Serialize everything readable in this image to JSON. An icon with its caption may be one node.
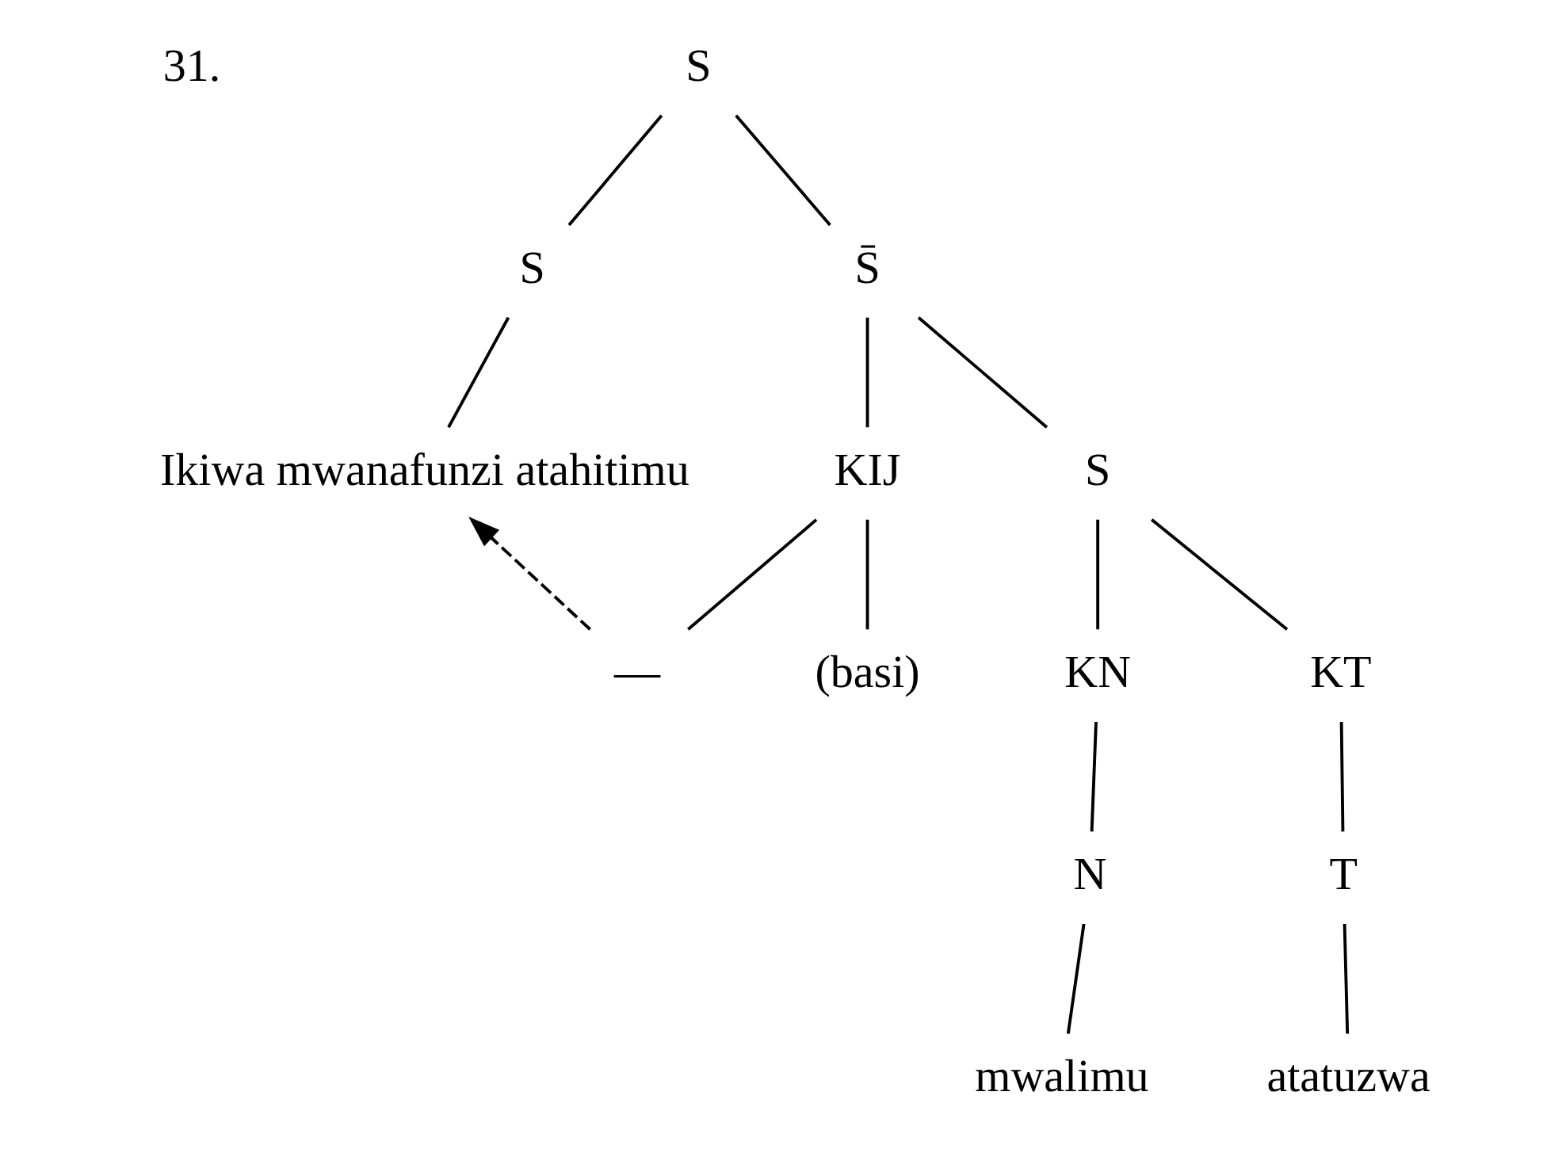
{
  "diagram": {
    "nodes": [
      {
        "text": [
          "S"
        ]
      },
      {
        "text": [
          "S"
        ]
      },
      {
        "text": [
          "S̄"
        ]
      },
      {
        "text": [
          "Ikiwa mwanafunzi atahitimu"
        ]
      },
      {
        "text": [
          "KIJ"
        ]
      },
      {
        "text": [
          "S"
        ]
      },
      {
        "text": [
          "—"
        ]
      },
      {
        "text": [
          "(basi)"
        ]
      },
      {
        "text": [
          "KN"
        ]
      },
      {
        "text": [
          "KT"
        ]
      },
      {
        "text": [
          "N"
        ]
      },
      {
        "text": [
          "T"
        ]
      },
      {
        "text": [
          "mwalimu"
        ]
      },
      {
        "text": [
          "atatuzwa"
        ]
      }
    ],
    "edges": [
      {
        "from": 0,
        "to": 1,
        "arrow": "none"
      },
      {
        "from": 0,
        "to": 2,
        "arrow": "none"
      },
      {
        "from": 1,
        "to": 3,
        "arrow": "none"
      },
      {
        "from": 2,
        "to": 4,
        "arrow": "none"
      },
      {
        "from": 2,
        "to": 5,
        "arrow": "none"
      },
      {
        "from": 4,
        "to": 6,
        "arrow": "none"
      },
      {
        "from": 4,
        "to": 7,
        "arrow": "none"
      },
      {
        "from": 5,
        "to": 8,
        "arrow": "none"
      },
      {
        "from": 5,
        "to": 9,
        "arrow": "none"
      },
      {
        "from": 8,
        "to": 10,
        "arrow": "none"
      },
      {
        "from": 9,
        "to": 11,
        "arrow": "none"
      },
      {
        "from": 10,
        "to": 12,
        "arrow": "none"
      },
      {
        "from": 11,
        "to": 13,
        "arrow": "none"
      },
      {
        "from": 6,
        "to": 3,
        "arrow": "to",
        "style": "dashed"
      }
    ],
    "labels": [
      "31."
    ]
  }
}
